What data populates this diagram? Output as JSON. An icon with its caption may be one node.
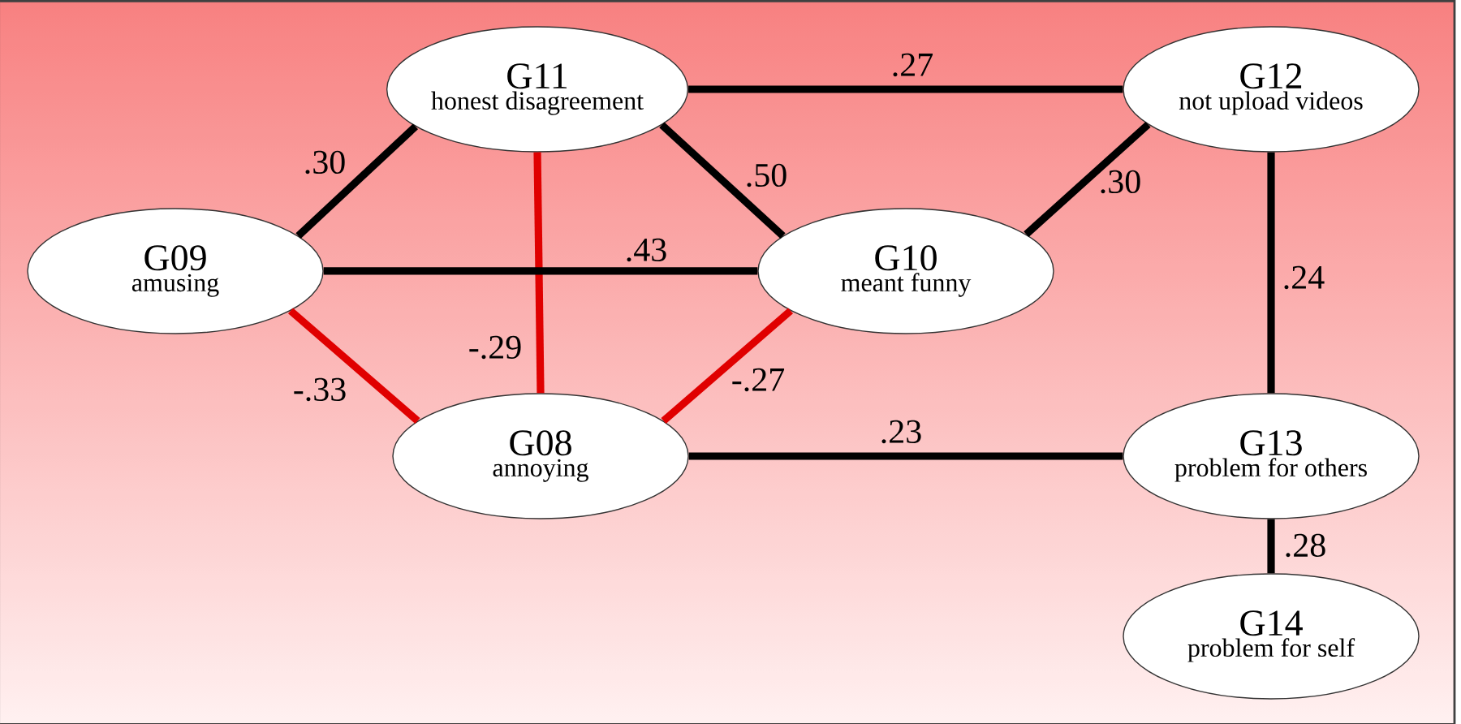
{
  "diagram": {
    "nodes": [
      {
        "text": [
          "G11",
          "honest disagreement"
        ]
      },
      {
        "text": [
          "G12",
          "not upload videos"
        ]
      },
      {
        "text": [
          "G09",
          "amusing"
        ]
      },
      {
        "text": [
          "G10",
          "meant funny"
        ]
      },
      {
        "text": [
          "G08",
          "annoying"
        ]
      },
      {
        "text": [
          "G13",
          "problem for others"
        ]
      },
      {
        "text": [
          "G14",
          "problem for self"
        ]
      }
    ],
    "edges": [
      {
        "from": 2,
        "to": 0,
        "arrow": "none",
        "label": ".30"
      },
      {
        "from": 0,
        "to": 1,
        "arrow": "none",
        "label": ".27"
      },
      {
        "from": 0,
        "to": 3,
        "arrow": "none",
        "label": ".50"
      },
      {
        "from": 0,
        "to": 4,
        "arrow": "none",
        "label": "-.29",
        "color": "#e00000"
      },
      {
        "from": 2,
        "to": 3,
        "arrow": "none",
        "label": ".43"
      },
      {
        "from": 3,
        "to": 1,
        "arrow": "none",
        "label": ".30"
      },
      {
        "from": 2,
        "to": 4,
        "arrow": "none",
        "label": "-.33",
        "color": "#e00000"
      },
      {
        "from": 3,
        "to": 4,
        "arrow": "none",
        "label": "-.27",
        "color": "#e00000"
      },
      {
        "from": 4,
        "to": 5,
        "arrow": "none",
        "label": ".23"
      },
      {
        "from": 1,
        "to": 5,
        "arrow": "none",
        "label": ".24"
      },
      {
        "from": 5,
        "to": 6,
        "arrow": "none",
        "label": ".28"
      }
    ]
  }
}
